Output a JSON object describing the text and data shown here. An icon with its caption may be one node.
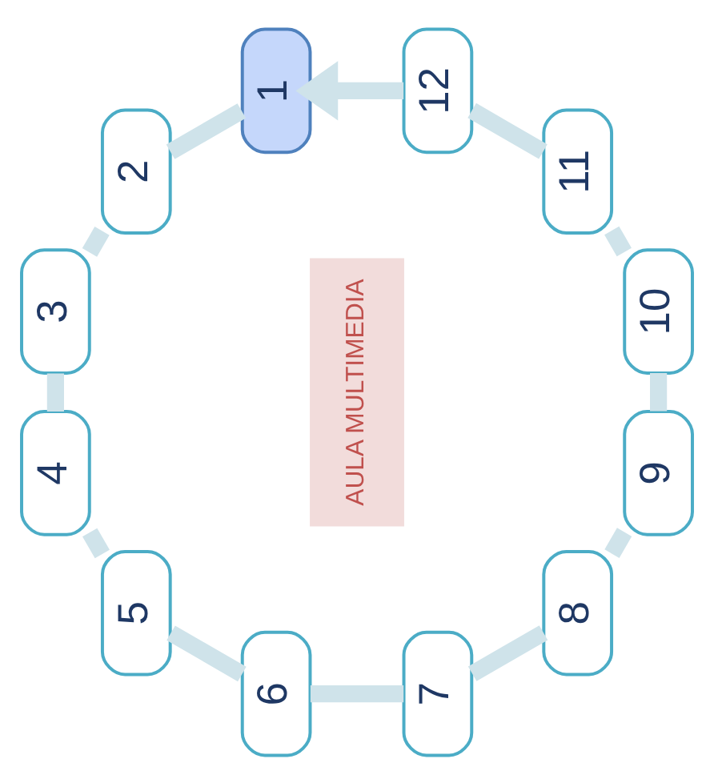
{
  "diagram": {
    "nodes": [
      {
        "text": [
          "1"
        ]
      },
      {
        "text": [
          "2"
        ]
      },
      {
        "text": [
          "3"
        ]
      },
      {
        "text": [
          "4"
        ]
      },
      {
        "text": [
          "5"
        ]
      },
      {
        "text": [
          "6"
        ]
      },
      {
        "text": [
          "7"
        ]
      },
      {
        "text": [
          "8"
        ]
      },
      {
        "text": [
          "9"
        ]
      },
      {
        "text": [
          "10"
        ]
      },
      {
        "text": [
          "11"
        ]
      },
      {
        "text": [
          "12"
        ]
      },
      {
        "text": [
          "AULA MULTIMEDIA"
        ]
      }
    ],
    "edges": [
      {
        "from": 0,
        "to": 1,
        "arrow": "none"
      },
      {
        "from": 1,
        "to": 2,
        "arrow": "none"
      },
      {
        "from": 2,
        "to": 3,
        "arrow": "none"
      },
      {
        "from": 3,
        "to": 4,
        "arrow": "none"
      },
      {
        "from": 4,
        "to": 5,
        "arrow": "none"
      },
      {
        "from": 5,
        "to": 6,
        "arrow": "none"
      },
      {
        "from": 6,
        "to": 7,
        "arrow": "none"
      },
      {
        "from": 7,
        "to": 8,
        "arrow": "none"
      },
      {
        "from": 8,
        "to": 9,
        "arrow": "none"
      },
      {
        "from": 9,
        "to": 10,
        "arrow": "none"
      },
      {
        "from": 10,
        "to": 11,
        "arrow": "none"
      },
      {
        "from": 11,
        "to": 0,
        "arrow": "to"
      }
    ]
  }
}
